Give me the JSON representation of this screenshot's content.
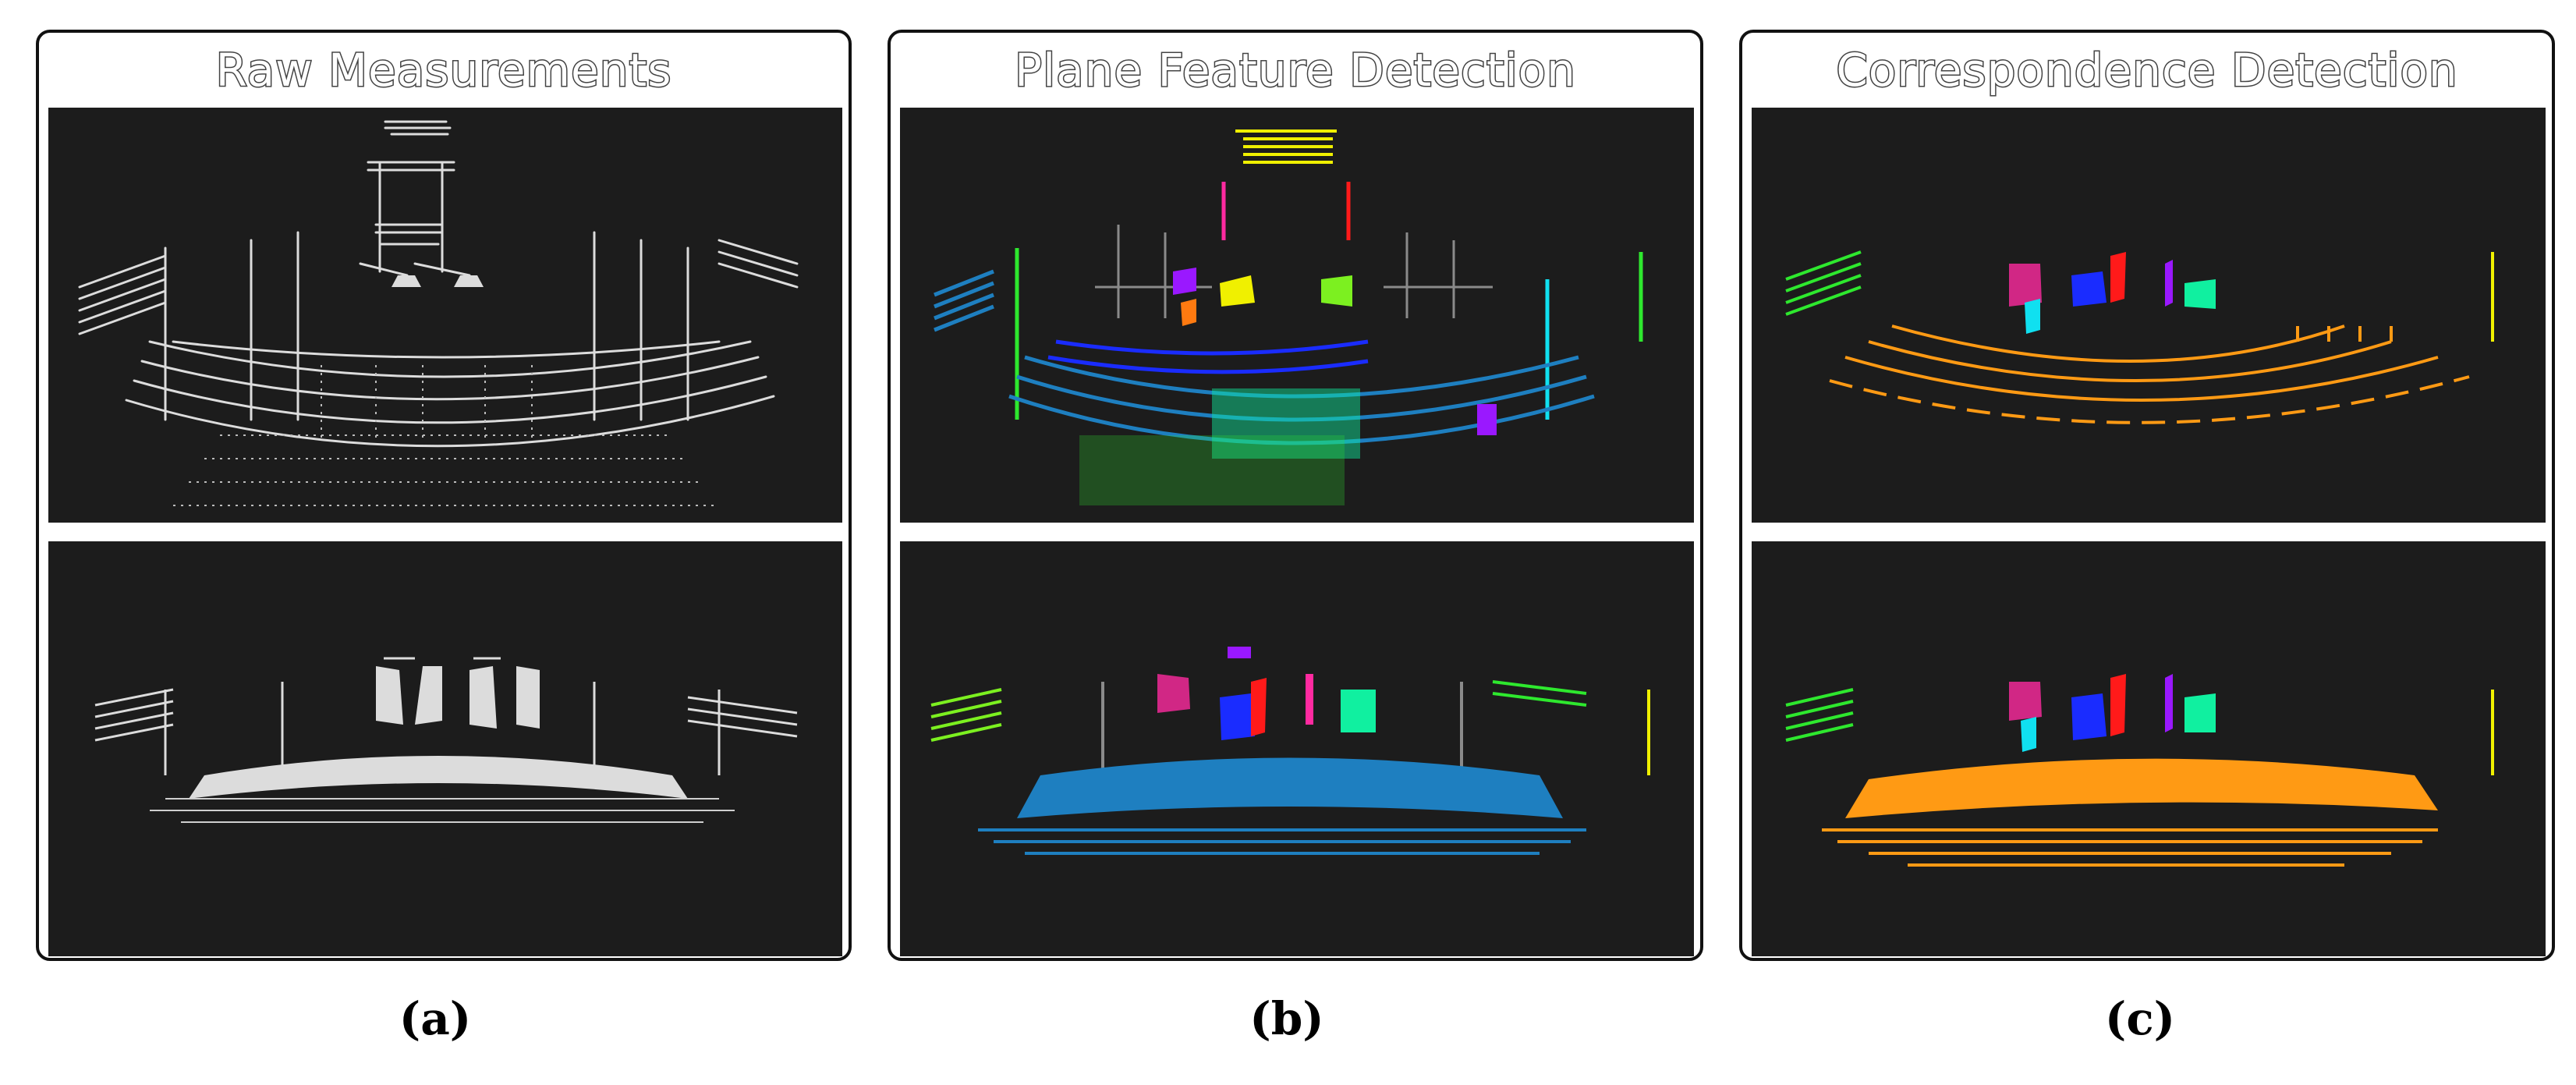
{
  "panels": [
    {
      "title": "Raw Measurements",
      "caption": "(a)"
    },
    {
      "title": "Plane Feature Detection",
      "caption": "(b)"
    },
    {
      "title": "Correspondence Detection",
      "caption": "(c)"
    }
  ],
  "colors": {
    "background_view": "#1c1c1c",
    "raw_points": "#e0e0e0",
    "ground_plane_b": "#1e7fc0",
    "ground_plane_c": "#ff9a14",
    "unmatched_gray": "#8a8a8a",
    "plane_green": "#2ee82e",
    "plane_yellow": "#f0f000",
    "plane_magenta": "#ff2aa0",
    "plane_blue": "#1a2cff",
    "plane_red": "#ff1a1a",
    "plane_teal": "#10f0a0",
    "plane_purple": "#9a18ff",
    "plane_cyan": "#10e0f0",
    "plane_orange": "#ff7a10"
  }
}
